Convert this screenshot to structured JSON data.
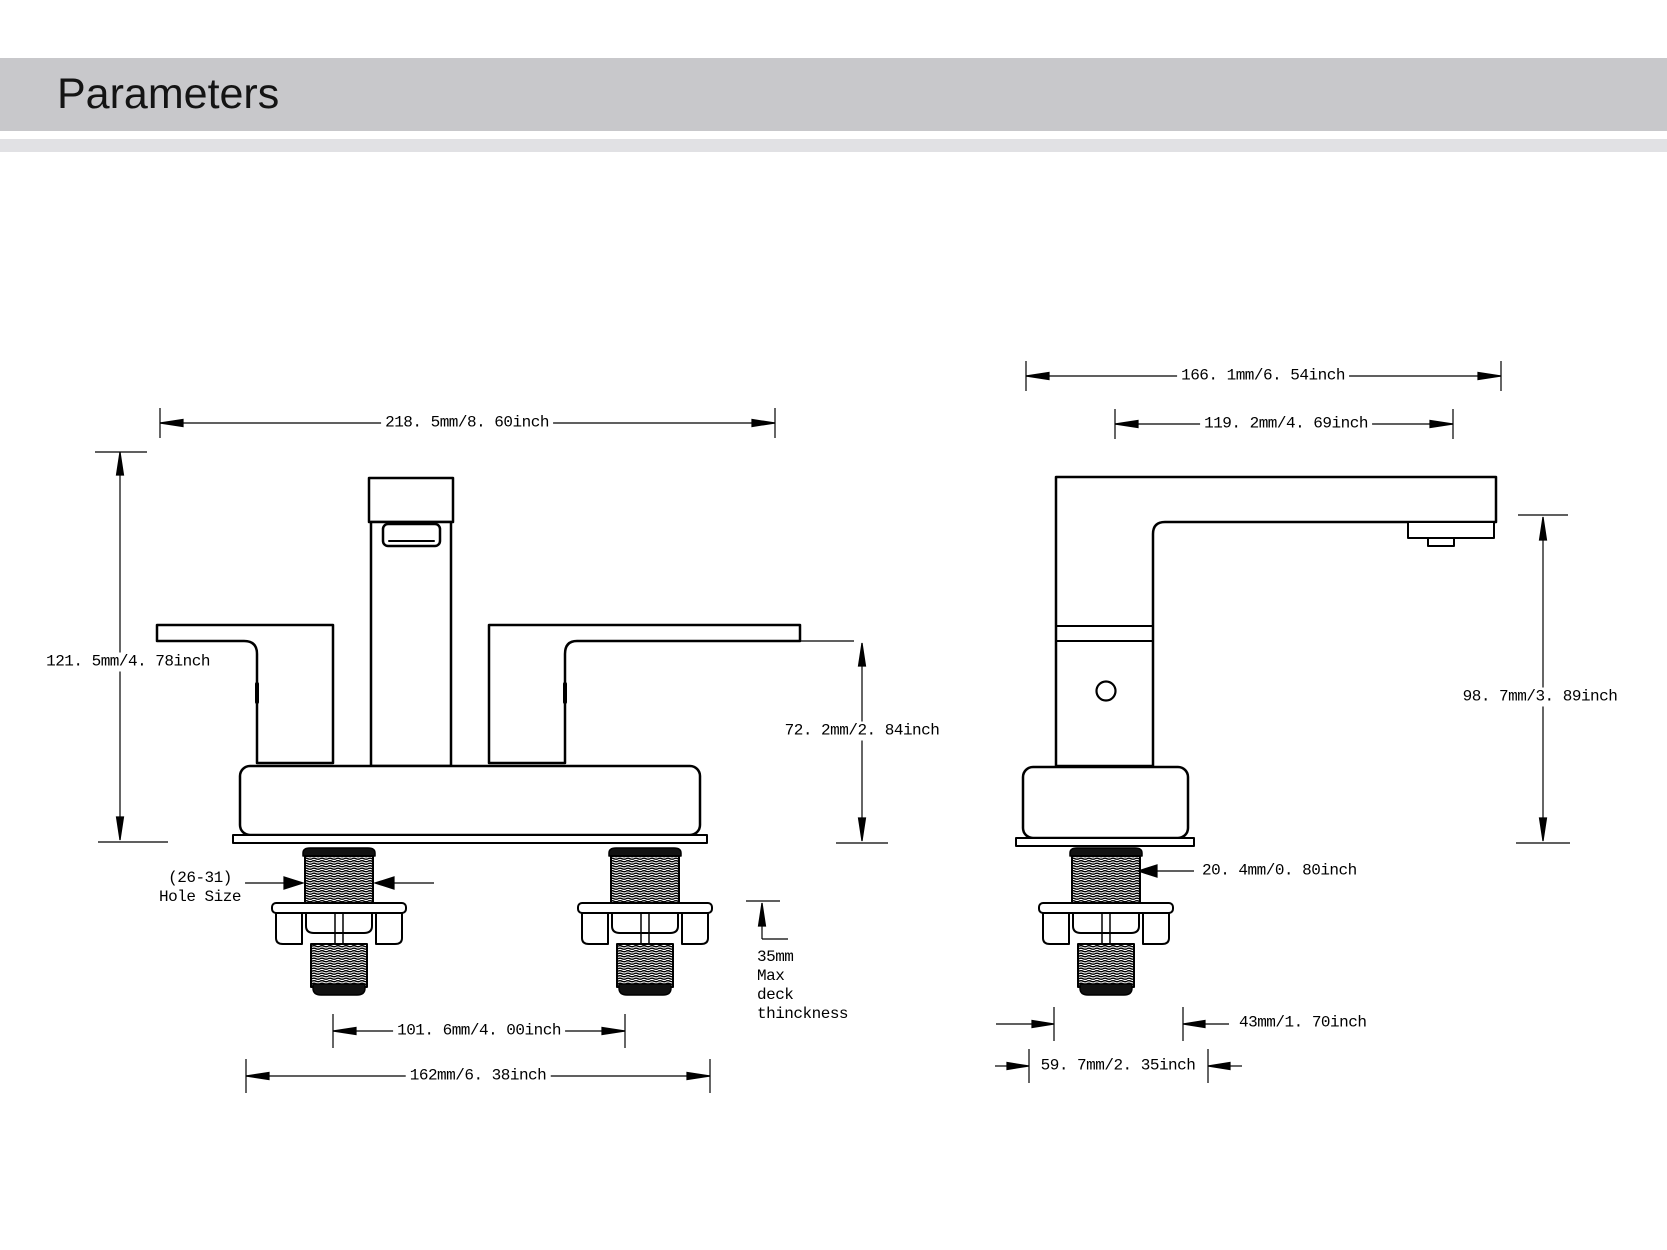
{
  "header": {
    "title": "Parameters"
  },
  "colors": {
    "banner": "#c8c8cb",
    "stripe": "#e1e1e4",
    "ink": "#000000"
  },
  "front_view": {
    "view_name": "faucet-front-view",
    "overall_width": "218. 5mm/8. 60inch",
    "overall_height": "121. 5mm/4. 78inch",
    "handle_height": "72. 2mm/2. 84inch",
    "hole_size_range": "(26-31)",
    "hole_size_label": "Hole Size",
    "faucet_hole_spacing": "101. 6mm/4. 00inch",
    "base_width": "162mm/6. 38inch",
    "deck_thickness_line1": "35mm",
    "deck_thickness_line2": "Max",
    "deck_thickness_line3": "deck",
    "deck_thickness_line4": "thinckness"
  },
  "side_view": {
    "view_name": "faucet-side-view",
    "overall_depth": "166. 1mm/6. 54inch",
    "spout_reach": "119. 2mm/4. 69inch",
    "spout_height": "98. 7mm/3. 89inch",
    "shank_diameter": "20. 4mm/0. 80inch",
    "body_depth": "43mm/1. 70inch",
    "base_depth": "59. 7mm/2. 35inch"
  }
}
